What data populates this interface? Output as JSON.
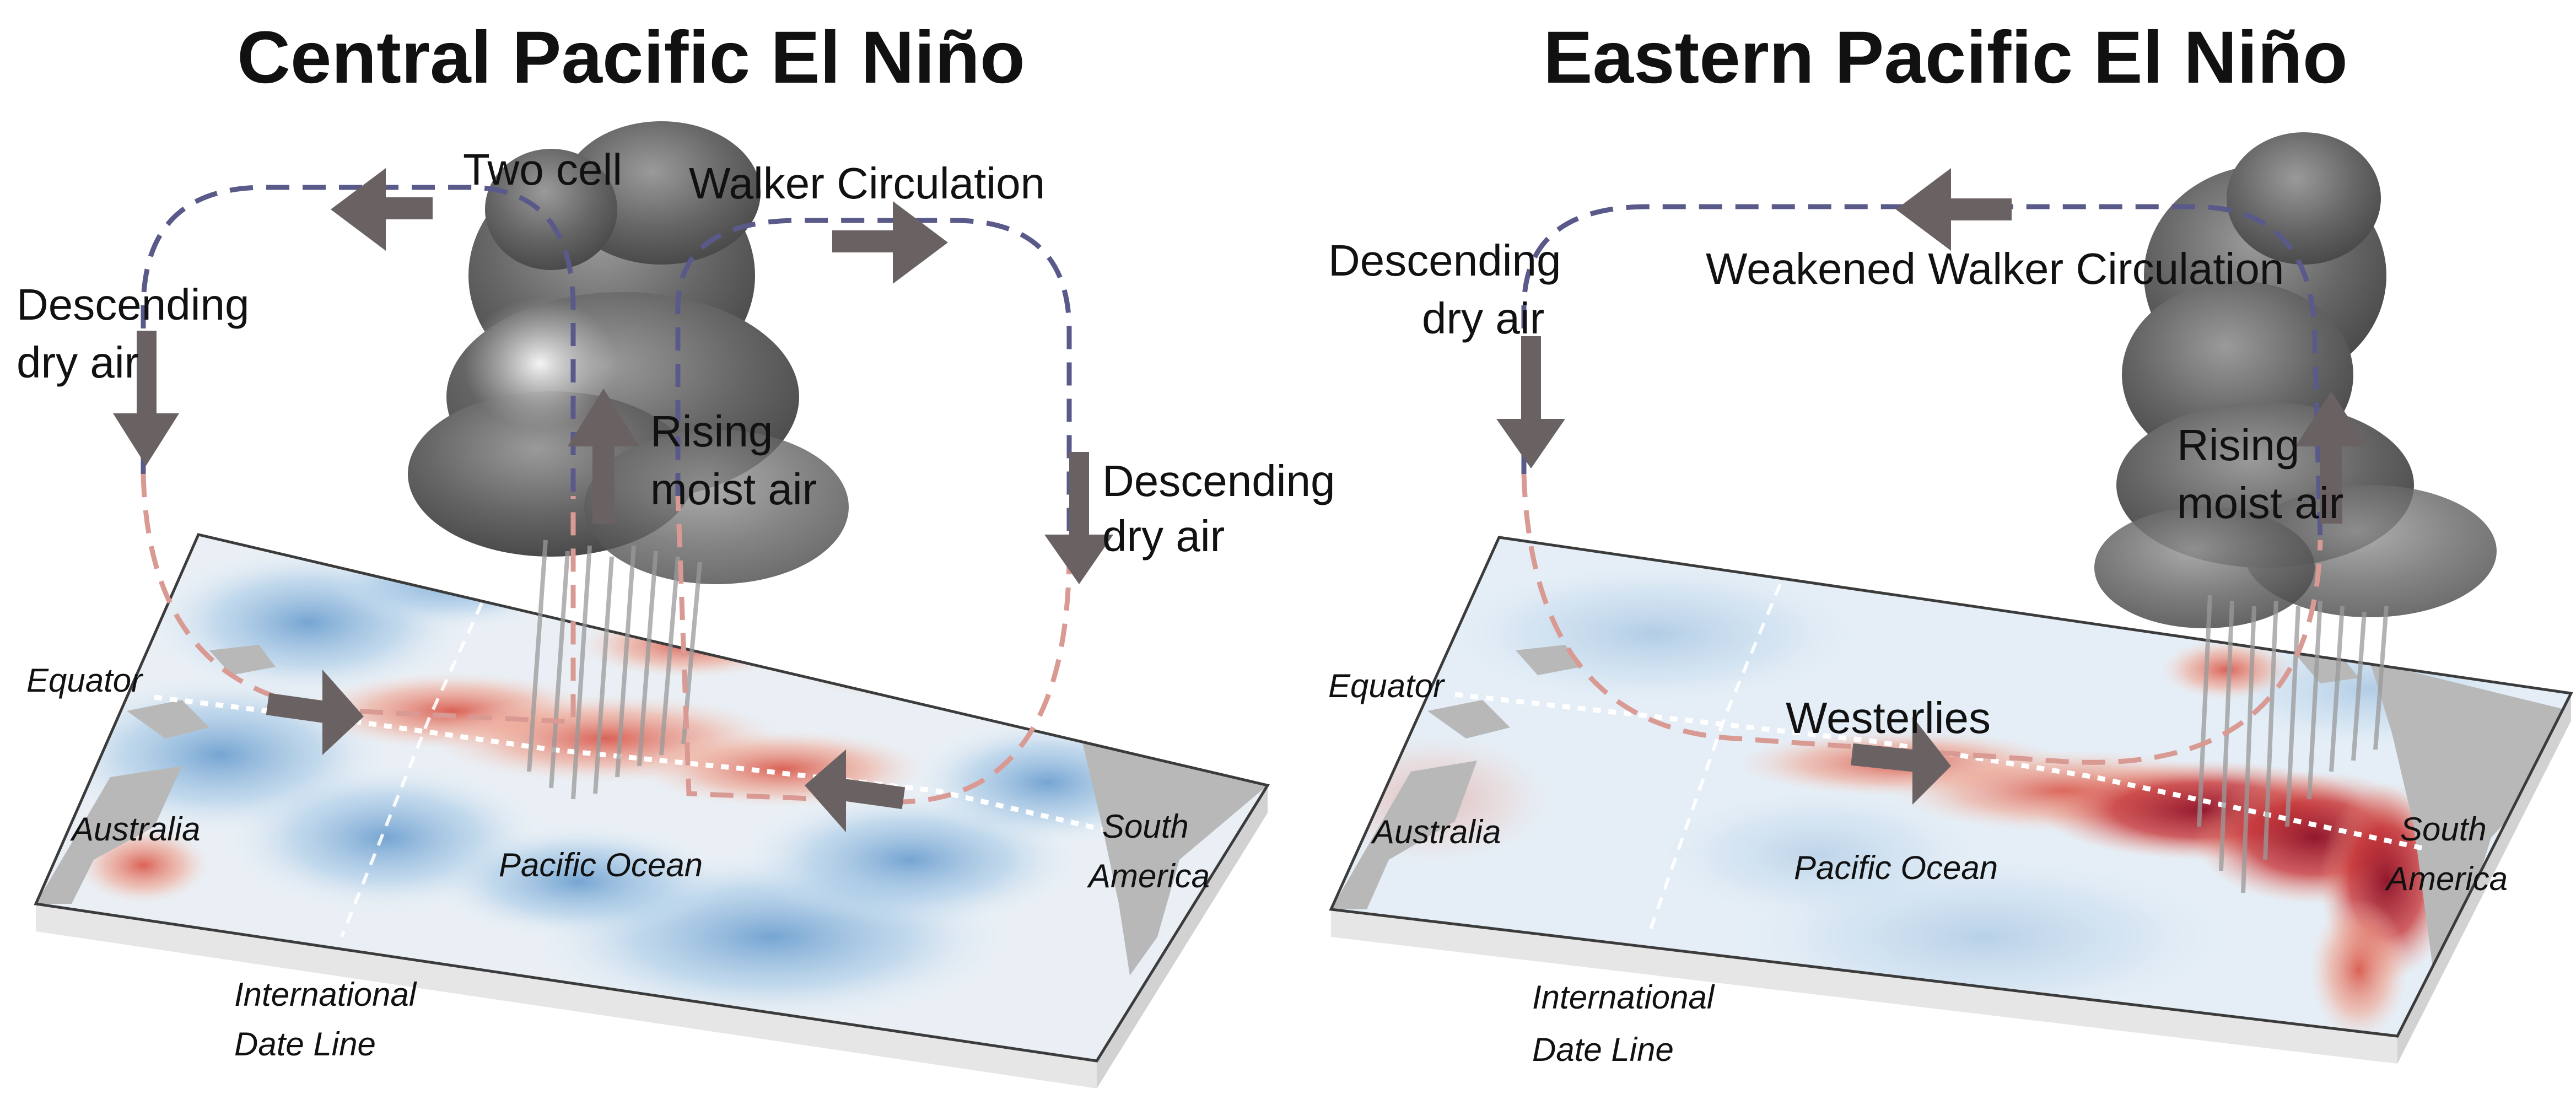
{
  "colors": {
    "warm_anomaly": "#d8493b",
    "strong_warm_anomaly": "#8e0d24",
    "cool_anomaly": "#4f8cc6",
    "land": "#b8b8b8",
    "walker_loop_upper": "#5a5a8a",
    "walker_loop_lower": "#d99a94",
    "arrow": "#6a6262",
    "cloud": "#6f6f6f"
  },
  "left_panel": {
    "title": "Central Pacific El Niño",
    "labels": {
      "two_cell": "Two cell",
      "walker_circulation": "Walker Circulation",
      "descending_left_line1": "Descending",
      "descending_left_line2": "dry air",
      "rising_line1": "Rising",
      "rising_line2": "moist air",
      "descending_right_line1": "Descending",
      "descending_right_line2": "dry air",
      "equator": "Equator",
      "australia": "Australia",
      "pacific_ocean": "Pacific Ocean",
      "south_america_line1": "South",
      "south_america_line2": "America",
      "date_line_line1": "International",
      "date_line_line2": "Date Line"
    }
  },
  "right_panel": {
    "title": "Eastern Pacific El Niño",
    "labels": {
      "weakened_walker": "Weakened Walker Circulation",
      "descending_line1": "Descending",
      "descending_line2": "dry air",
      "rising_line1": "Rising",
      "rising_line2": "moist air",
      "westerlies": "Westerlies",
      "equator": "Equator",
      "australia": "Australia",
      "pacific_ocean": "Pacific Ocean",
      "south_america_line1": "South",
      "south_america_line2": "America",
      "date_line_line1": "International",
      "date_line_line2": "Date Line"
    }
  }
}
